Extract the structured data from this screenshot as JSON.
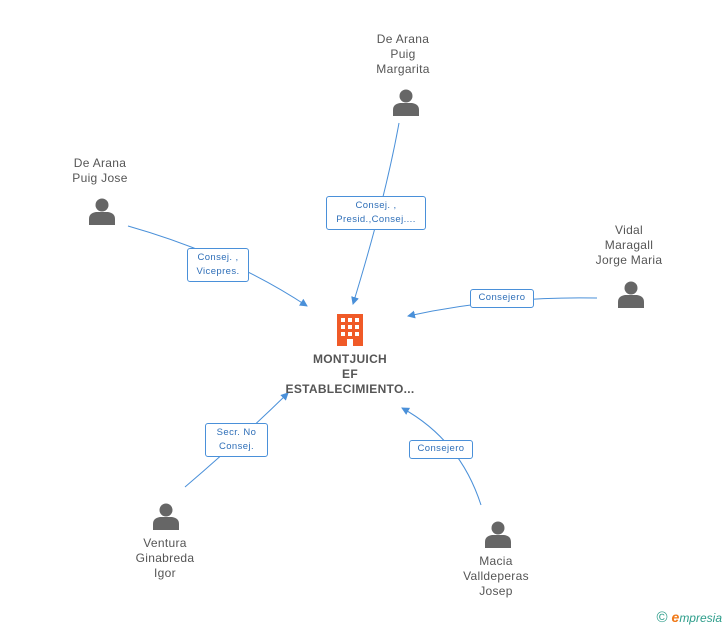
{
  "company": {
    "lines": [
      "MONTJUICH",
      "EF",
      "ESTABLECIMIENTO..."
    ],
    "icon": "building-icon",
    "icon_color": "#f05a28"
  },
  "people": [
    {
      "id": "de-arana-margarita",
      "lines": [
        "De Arana",
        "Puig",
        "Margarita"
      ],
      "icon": "person-icon"
    },
    {
      "id": "de-arana-jose",
      "lines": [
        "De Arana",
        "Puig Jose"
      ],
      "icon": "person-icon"
    },
    {
      "id": "vidal-maragall",
      "lines": [
        "Vidal",
        "Maragall",
        "Jorge Maria"
      ],
      "icon": "person-icon"
    },
    {
      "id": "ventura-ginabreda",
      "lines": [
        "Ventura",
        "Ginabreda",
        "Igor"
      ],
      "icon": "person-icon"
    },
    {
      "id": "macia-valldeperas",
      "lines": [
        "Macia",
        "Valldeperas",
        "Josep"
      ],
      "icon": "person-icon"
    }
  ],
  "roles": [
    {
      "id": "margarita",
      "lines": [
        "Consej. ,",
        "Presid.,Consej...."
      ]
    },
    {
      "id": "jose",
      "lines": [
        "Consej. ,",
        "Vicepres."
      ]
    },
    {
      "id": "vidal",
      "lines": [
        "Consejero"
      ]
    },
    {
      "id": "ventura",
      "lines": [
        "Secr.  No",
        "Consej."
      ]
    },
    {
      "id": "macia",
      "lines": [
        "Consejero"
      ]
    }
  ],
  "footer": {
    "copyright": "©",
    "brand_e": "e",
    "brand_rest": "mpresia"
  },
  "colors": {
    "edge": "#4a90d9",
    "text": "#555555",
    "person_icon": "#666666"
  }
}
